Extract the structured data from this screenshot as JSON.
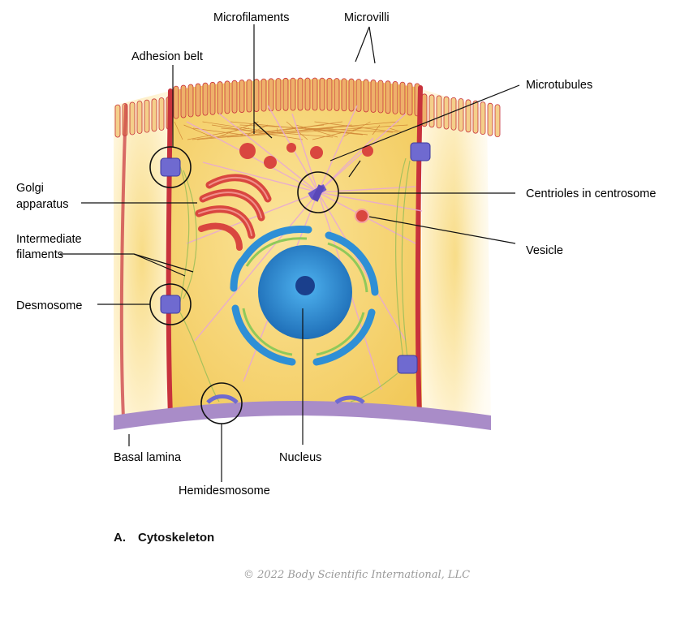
{
  "figure": {
    "labels": {
      "microfilaments": "Microfilaments",
      "microvilli": "Microvilli",
      "adhesion_belt": "Adhesion belt",
      "microtubules": "Microtubules",
      "golgi_line1": "Golgi",
      "golgi_line2": "apparatus",
      "centrioles": "Centrioles in centrosome",
      "intermediate_line1": "Intermediate",
      "intermediate_line2": "filaments",
      "vesicle": "Vesicle",
      "desmosome": "Desmosome",
      "basal_lamina": "Basal lamina",
      "nucleus": "Nucleus",
      "hemidesmosome": "Hemidesmosome"
    },
    "caption": {
      "letter": "A.",
      "title": "Cytoskeleton"
    },
    "copyright": "© 2022 Body Scientific International, LLC"
  },
  "colors": {
    "cytoplasm": "#f7d774",
    "membrane": "#c8323c",
    "nucleus": "#2e8fd6",
    "golgi": "#d9463f",
    "basal_lamina": "#a98cc8",
    "microtubule": "#e7a6d8"
  }
}
